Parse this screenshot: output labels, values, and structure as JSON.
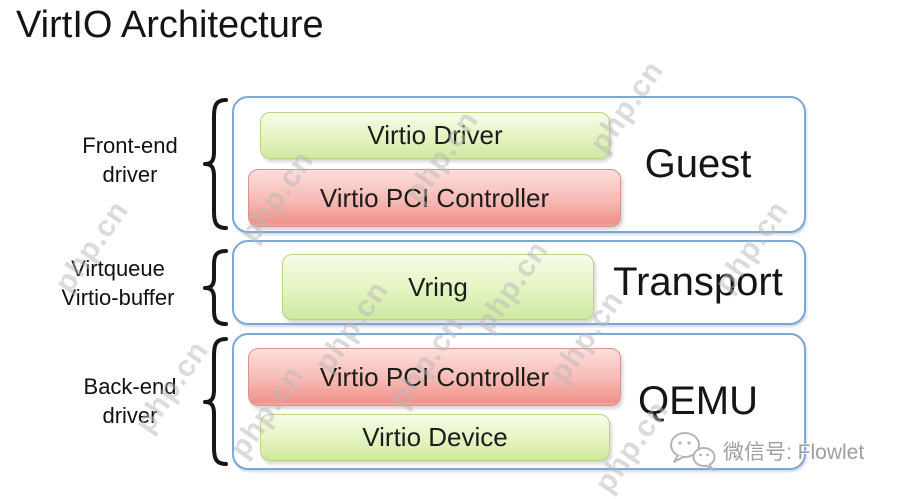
{
  "title": "VirtIO Architecture",
  "diagram": {
    "rows": [
      {
        "side_label_lines": [
          "Front-end",
          "driver"
        ],
        "container_label": "Guest",
        "blocks": [
          {
            "label": "Virtio Driver",
            "color": "green"
          },
          {
            "label": "Virtio PCI Controller",
            "color": "red"
          }
        ]
      },
      {
        "side_label_lines": [
          "Virtqueue",
          "Virtio-buffer"
        ],
        "container_label": "Transport",
        "blocks": [
          {
            "label": "Vring",
            "color": "green"
          }
        ]
      },
      {
        "side_label_lines": [
          "Back-end",
          "driver"
        ],
        "container_label": "QEMU",
        "blocks": [
          {
            "label": "Virtio PCI Controller",
            "color": "red"
          },
          {
            "label": "Virtio Device",
            "color": "green"
          }
        ]
      }
    ]
  },
  "watermark": {
    "text": "php.cn"
  },
  "footer": {
    "wechat_label": "微信号: Flowlet"
  },
  "colors": {
    "container_border": "#7da7d9",
    "green_block": "#cfe9a2",
    "red_block": "#f0938c",
    "title_text": "#141414",
    "watermark": "#b7b7b7"
  }
}
